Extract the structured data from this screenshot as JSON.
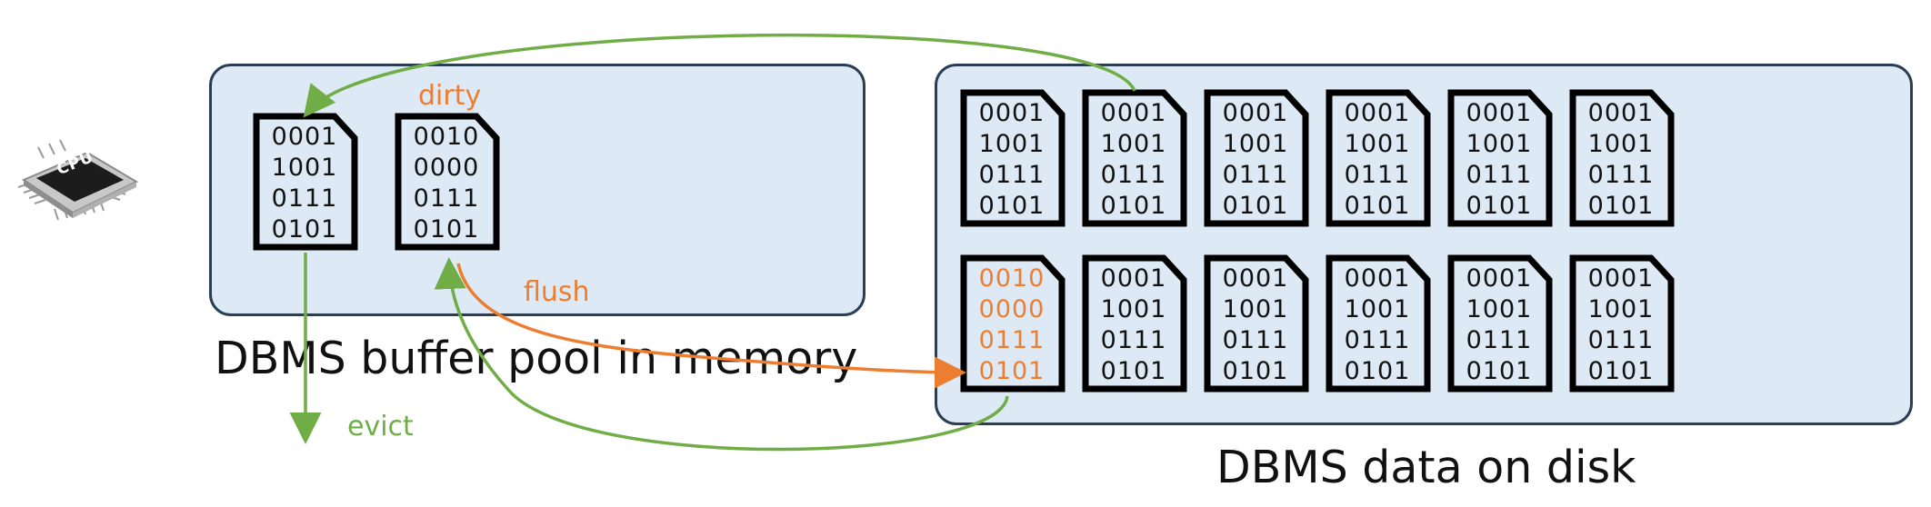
{
  "cpu": {
    "label": "CPU"
  },
  "memory": {
    "label": "DBMS buffer pool in memory",
    "pages": [
      {
        "bits": [
          "0001",
          "1001",
          "0111",
          "0101"
        ]
      },
      {
        "bits": [
          "0010",
          "0000",
          "0111",
          "0101"
        ],
        "tag": "dirty"
      }
    ]
  },
  "disk": {
    "label": "DBMS data on disk",
    "rows": [
      [
        {
          "bits": [
            "0001",
            "1001",
            "0111",
            "0101"
          ]
        },
        {
          "bits": [
            "0001",
            "1001",
            "0111",
            "0101"
          ]
        },
        {
          "bits": [
            "0001",
            "1001",
            "0111",
            "0101"
          ]
        },
        {
          "bits": [
            "0001",
            "1001",
            "0111",
            "0101"
          ]
        },
        {
          "bits": [
            "0001",
            "1001",
            "0111",
            "0101"
          ]
        },
        {
          "bits": [
            "0001",
            "1001",
            "0111",
            "0101"
          ]
        }
      ],
      [
        {
          "bits": [
            "0010",
            "0000",
            "0111",
            "0101"
          ],
          "dirty": true
        },
        {
          "bits": [
            "0001",
            "1001",
            "0111",
            "0101"
          ]
        },
        {
          "bits": [
            "0001",
            "1001",
            "0111",
            "0101"
          ]
        },
        {
          "bits": [
            "0001",
            "1001",
            "0111",
            "0101"
          ]
        },
        {
          "bits": [
            "0001",
            "1001",
            "0111",
            "0101"
          ]
        },
        {
          "bits": [
            "0001",
            "1001",
            "0111",
            "0101"
          ]
        }
      ]
    ]
  },
  "arrows": {
    "flush": "flush",
    "evict": "evict",
    "dirty": "dirty"
  },
  "colors": {
    "green": "#70ad47",
    "orange": "#ed7d31",
    "panel": "#dde9f5",
    "border": "#2b3e55"
  }
}
